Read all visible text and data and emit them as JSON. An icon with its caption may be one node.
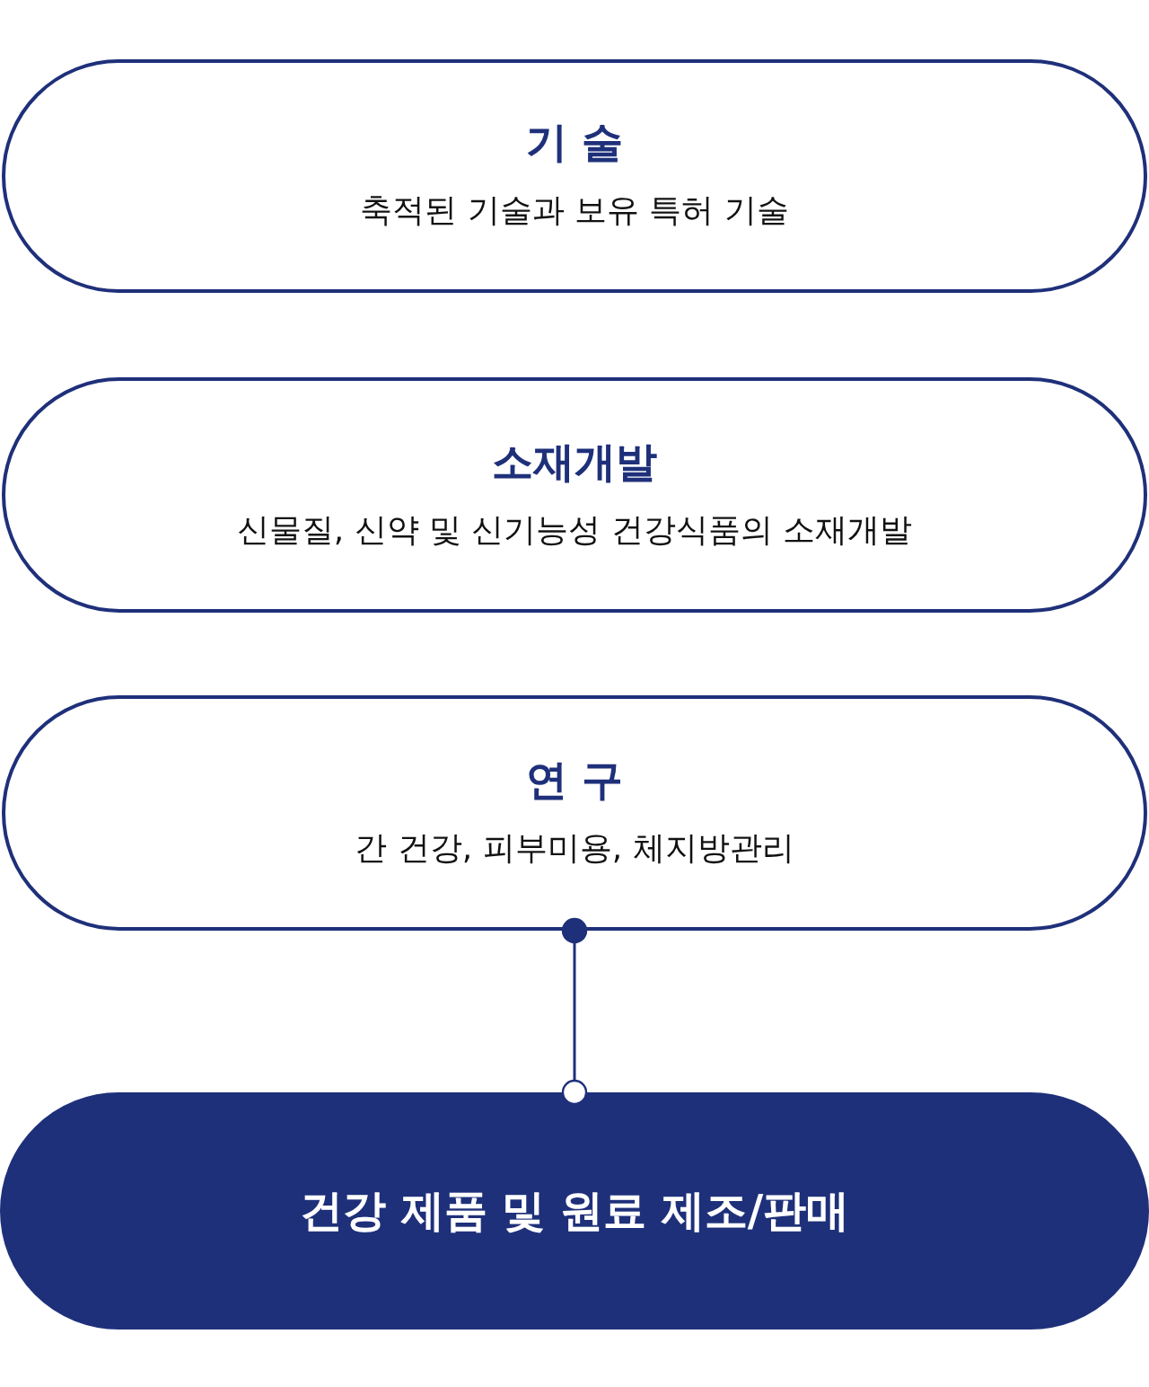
{
  "diagram": {
    "nodes": [
      {
        "text": [
          "기 술",
          "축적된 기술과 보유 특허 기술"
        ]
      },
      {
        "text": [
          "소재개발",
          "신물질, 신약 및 신기능성 건강식품의 소재개발"
        ]
      },
      {
        "text": [
          "연 구",
          "간 건강, 피부미용, 체지방관리"
        ]
      },
      {
        "text": [
          "건강 제품 및 원료 제조/판매"
        ]
      }
    ],
    "edges": [
      {
        "from": 2,
        "to": 3,
        "arrow": "other"
      }
    ]
  }
}
